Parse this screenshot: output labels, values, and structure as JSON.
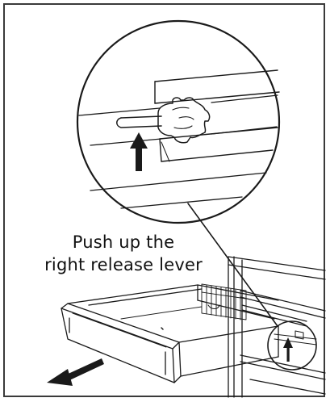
{
  "instruction": {
    "line1": "Push up the",
    "line2": "right release lever"
  },
  "icons": {
    "push_arrow": "arrow-up-icon",
    "pull_arrow": "arrow-down-left-icon",
    "magnifier": "detail-callout-circle"
  },
  "colors": {
    "ink": "#1a1a1a",
    "background": "#ffffff",
    "frame": "#3a3a3a"
  }
}
